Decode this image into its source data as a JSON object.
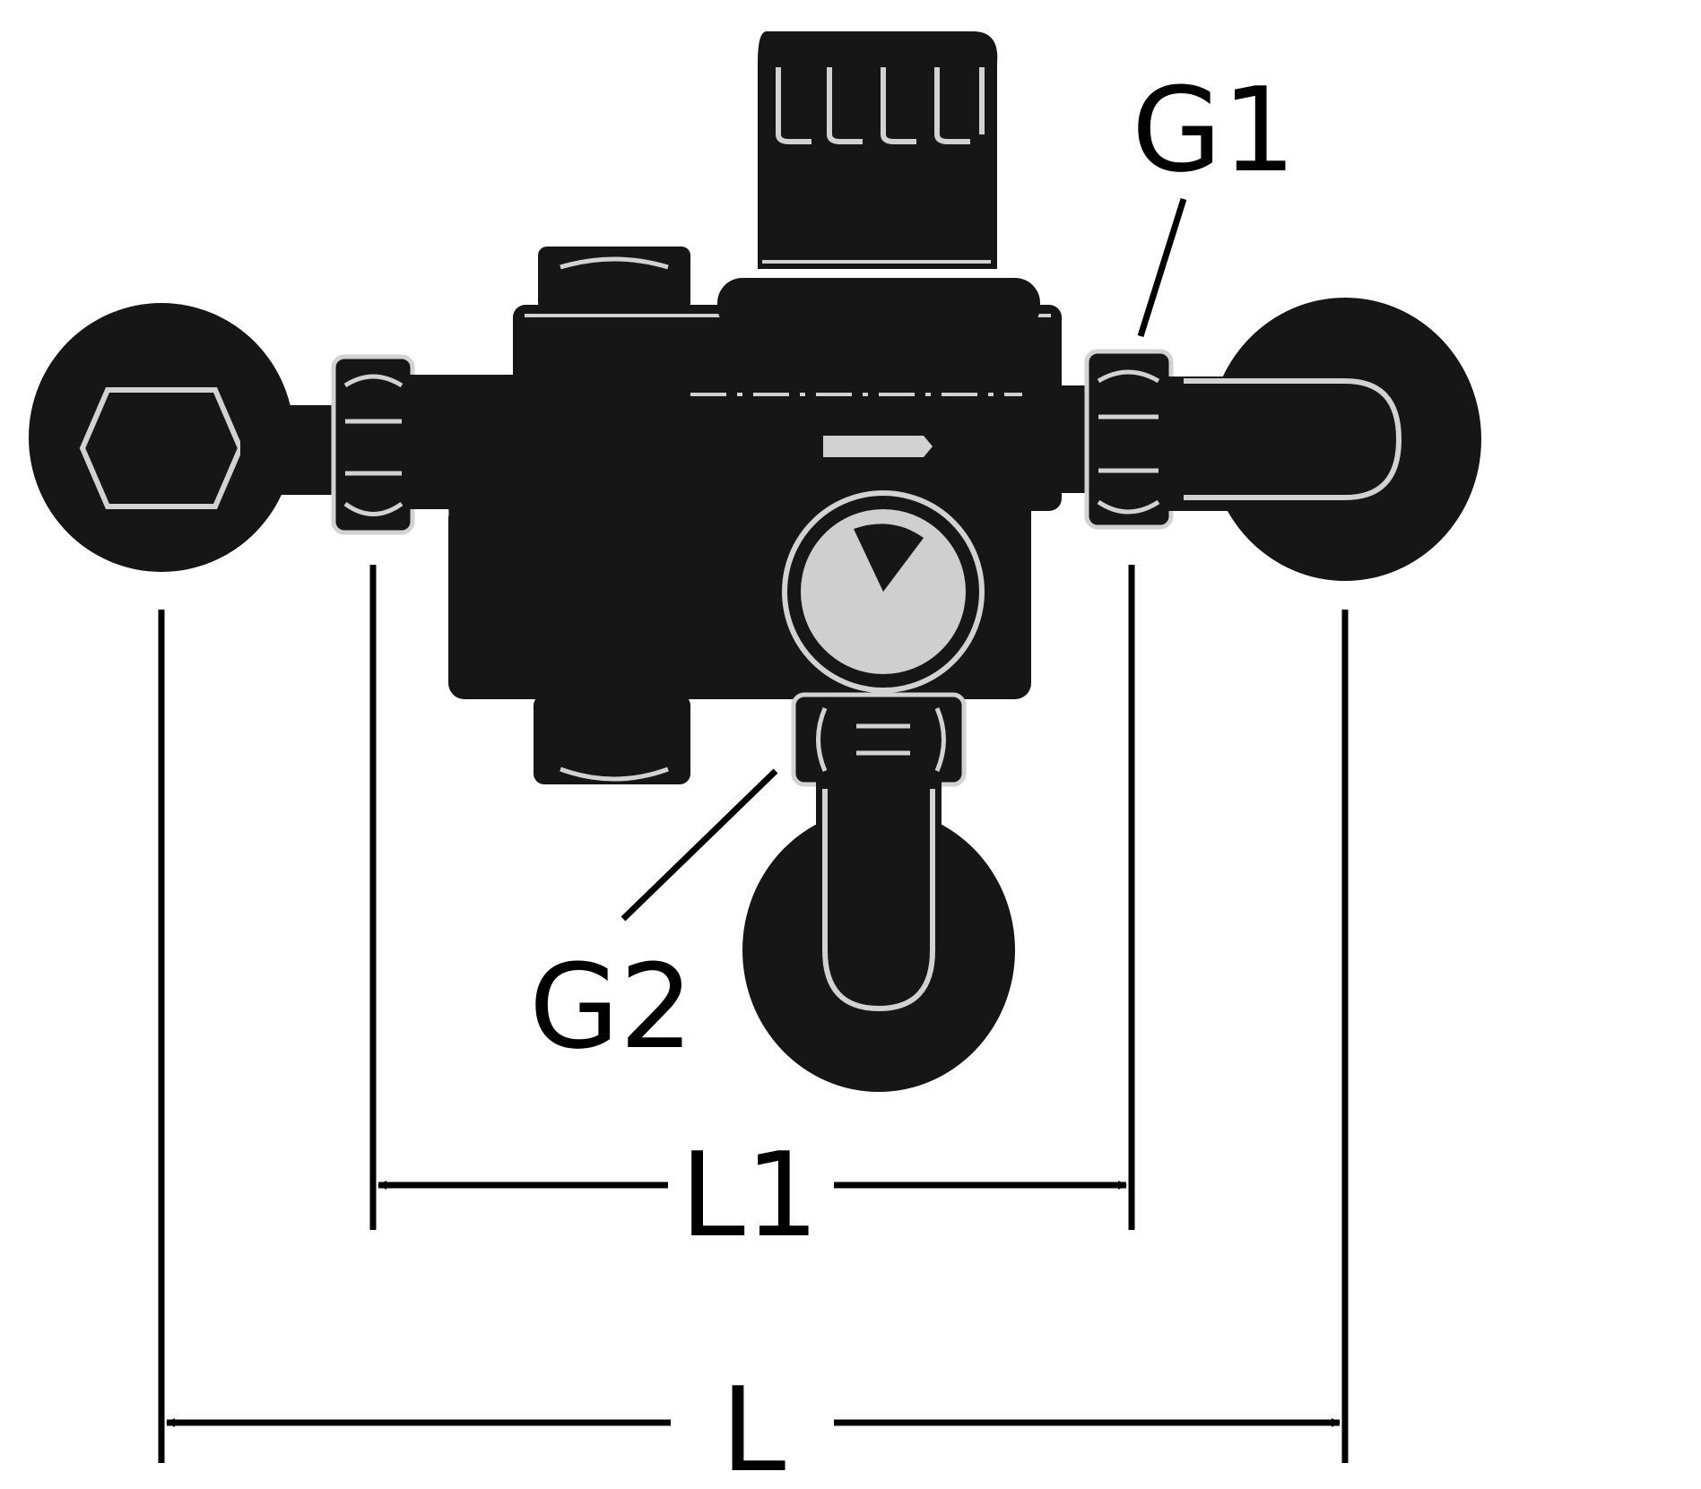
{
  "labels": {
    "g1": "G1",
    "g2": "G2",
    "l1": "L1",
    "l": "L"
  },
  "colors": {
    "ink": "#000000",
    "body": "#161616",
    "highlight": "#d2d2d2",
    "gauge": "#cfcfcf",
    "background": "#ffffff"
  },
  "icons": {
    "knob": "adjustment-knob-icon",
    "gauge": "pressure-gauge-icon",
    "arrow": "flow-direction-arrow-icon"
  }
}
